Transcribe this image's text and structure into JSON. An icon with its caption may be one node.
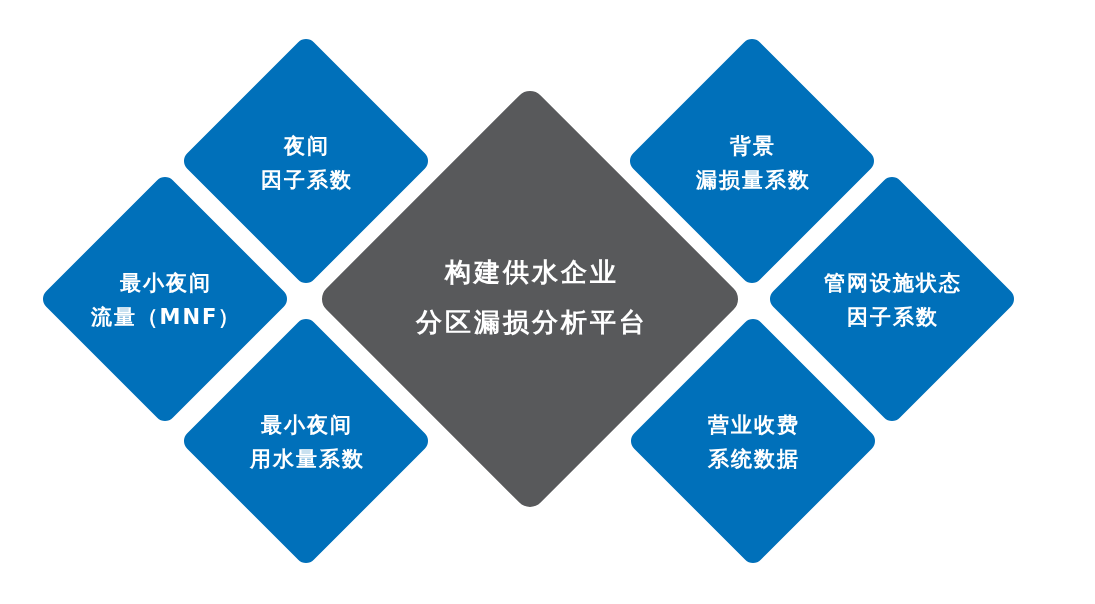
{
  "diagram": {
    "nodes": [
      {
        "text": [
          "夜间因子系数"
        ]
      },
      {
        "text": [
          "背景漏损量系数"
        ]
      },
      {
        "text": [
          "最小夜间流量（MNF）"
        ]
      },
      {
        "text": [
          "构建供水企业分区漏损分析平台"
        ]
      },
      {
        "text": [
          "管网设施状态因子系数"
        ]
      },
      {
        "text": [
          "最小夜间用水量系数"
        ]
      },
      {
        "text": [
          "营业收费系统数据"
        ]
      }
    ]
  }
}
